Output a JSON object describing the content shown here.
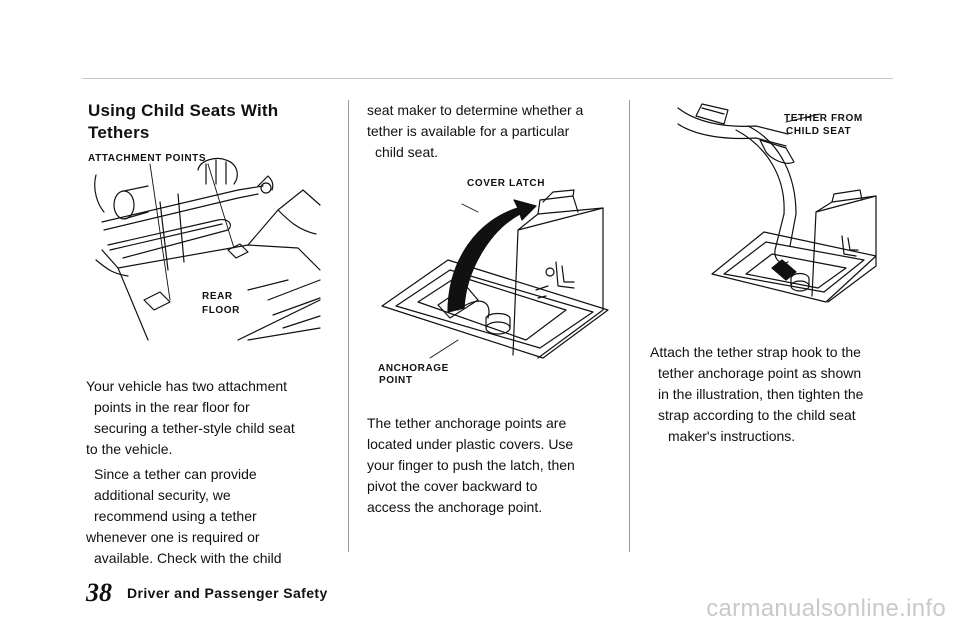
{
  "page": {
    "heading_lines": [
      "Using Child Seats With",
      "Tethers"
    ],
    "page_number": "38",
    "section_title": "Driver and Passenger Safety",
    "watermark": "carmanualsonline.info"
  },
  "figure1": {
    "label_attachment": "ATTACHMENT  POINTS",
    "label_rear": "REAR",
    "label_floor": "FLOOR"
  },
  "figure2": {
    "label_cover": "COVER  LATCH",
    "label_anchorage": "ANCHORAGE",
    "label_point": "POINT"
  },
  "figure3": {
    "label_tether": "TETHER  FROM",
    "label_child": "CHILD  SEAT"
  },
  "col1": {
    "para1": [
      "Your vehicle has two attachment",
      "points in the rear floor for",
      "securing a tether-style child seat",
      "to the vehicle."
    ],
    "para2": [
      "Since a tether can provide",
      "additional security, we",
      "recommend using a tether",
      "whenever one is required or",
      "available.  Check with the child"
    ]
  },
  "col2": {
    "para1": [
      "seat maker to determine whether a",
      "tether is available for a particular",
      "child seat."
    ],
    "para2": [
      "The tether anchorage points are",
      "located under plastic covers. Use",
      "your finger to push the latch, then",
      "pivot the cover backward to",
      "access the anchorage point."
    ]
  },
  "col3": {
    "para1": [
      "Attach the tether strap hook to the",
      "tether anchorage point as shown",
      "in the illustration, then tighten the",
      "strap according to the child seat",
      "maker's instructions."
    ]
  }
}
